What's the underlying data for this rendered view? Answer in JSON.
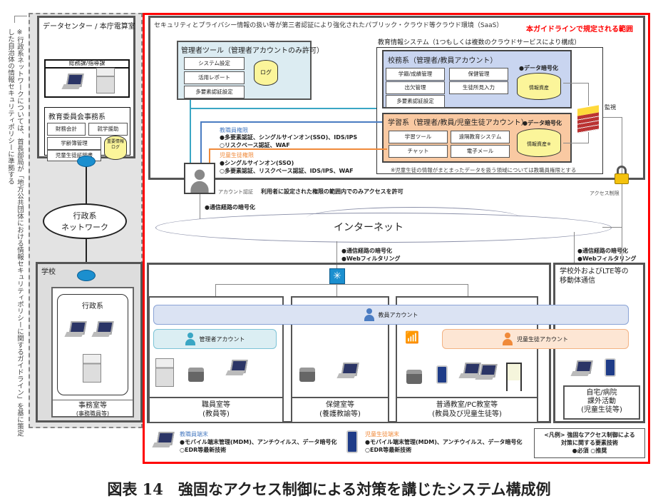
{
  "side_note": "※行政系ネットワークについては、首長部局が「地方公共団体における情報セキュリティポリシーに関するガイドライン」を基に策定した自治体の情報セキュリティポリシーに準拠する",
  "left": {
    "datacenter": "データセンター / 本庁電算室",
    "general_affairs": "総務課/指導課",
    "board_office": "教育委員会事務系",
    "board_items": [
      "財務会計",
      "就学援助",
      "学齢簿管理",
      "児童生徒証明書"
    ],
    "db_top": "重要情報",
    "db_bottom": "ログ",
    "network": "行政系\nネットワーク",
    "school": "学校",
    "admin_sys": "行政系",
    "office": "事務室等",
    "office_sub": "(事務職員等)"
  },
  "cloud": {
    "title": "セキュリティとプライバシー情報の扱い等が第三者認証により強化されたパブリック・クラウド等クラウド環境（SaaS）",
    "scope_label": "本ガイドラインで規定される範囲",
    "admin_tool": {
      "title": "管理者ツール（管理者アカウントのみ許可）",
      "items": [
        "システム設定",
        "活用レポート",
        "多要素認証設定"
      ],
      "db": "ログ"
    },
    "edu_system": "教育情報システム（1つもしくは複数のクラウドサービスにより構成）",
    "koumu": {
      "title": "校務系（管理者/教員アカウント）",
      "items": [
        "学籍/成績管理",
        "保健管理",
        "出欠管理",
        "生徒所見入力",
        "多要素認証設定"
      ],
      "enc": "●データ暗号化",
      "db": "情報資産"
    },
    "gakushu": {
      "title": "学習系（管理者/教員/児童生徒アカウント）",
      "items": [
        "学習ツール",
        "遠隔教育システム",
        "チャット",
        "電子メール"
      ],
      "enc": "●データ暗号化",
      "db": "情報資産※"
    },
    "note": "※児童生徒の情報がまとまったデータを扱う領域については教職員権限とする",
    "monitor": "監視",
    "access_limit": "アクセス制限",
    "staff_perm": {
      "title": "教職員権限",
      "line1": "●多要素認証、シングルサインオン(SSO)、IDS/IPS",
      "line2": "○リスクベース認証、WAF"
    },
    "student_perm": {
      "title": "児童生徒権限",
      "line1": "●シングルサインオン(SSO)",
      "line2": "○多要素認証、リスクベース認証、IDS/IPS、WAF"
    },
    "account_auth": "アカウント認証",
    "account_auth_desc": "利用者に設定された権限の範囲内でのみアクセスを許可"
  },
  "internet": {
    "label": "インターネット",
    "enc_top": "●通信経路の暗号化",
    "enc_mid": [
      "●通信経路の暗号化",
      "●Webフィルタリング"
    ],
    "enc_right": [
      "●通信経路の暗号化",
      "●Webフィルタリング"
    ]
  },
  "school": {
    "teacher_account": "教員アカウント",
    "admin_account": "管理者アカウント",
    "student_account": "児童生徒アカウント",
    "rooms": [
      {
        "name": "職員室等",
        "sub": "(教員等)"
      },
      {
        "name": "保健室等",
        "sub": "(養護教諭等)"
      },
      {
        "name": "普通教室/PC教室等",
        "sub": "(教員及び児童生徒等)"
      }
    ],
    "outside": "学校外およびLTE等の\n移動体通信",
    "home": "自宅/病院\n課外活動",
    "home_sub": "(児童生徒等)"
  },
  "legend": {
    "staff_title": "教職員端末",
    "staff_l1": "●モバイル端末管理(MDM)、アンチウイルス、データ暗号化",
    "staff_l2": "○EDR等最新技術",
    "student_title": "児童生徒端末",
    "student_l1": "●モバイル端末管理(MDM)、アンチウイルス、データ暗号化",
    "student_l2": "○EDR等最新技術",
    "key_title": "<凡例> 強固なアクセス制御による\n対策に関する要素技術",
    "key_values": "●必須 ○推奨"
  },
  "caption": "図表 14　強固なアクセス制御による対策を講じたシステム構成例",
  "colors": {
    "scope_red": "#ff0000",
    "koumu": "#c9d5f0",
    "gakushu": "#f9c9a2",
    "admin_tool": "#dcecf2",
    "staff_blue": "#4a7cc2",
    "admin_cyan": "#3aa6c4",
    "student_orange": "#f08a3a"
  }
}
